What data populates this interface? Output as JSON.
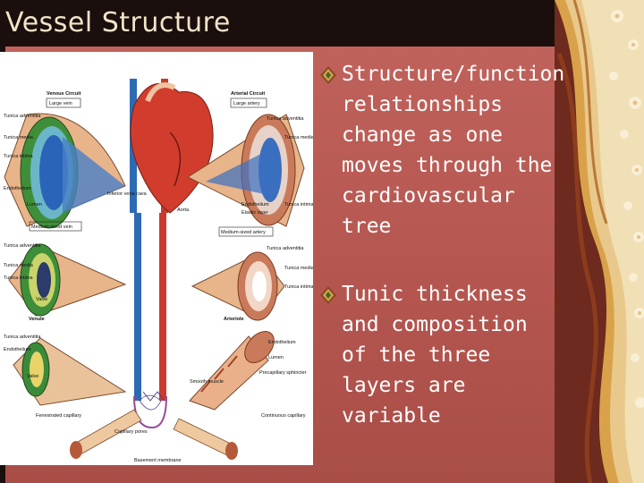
{
  "slide": {
    "title": "Vessel Structure",
    "bullets": [
      "Structure/function relationships change as one moves through the cardiovascular tree",
      "Tunic thickness and composition of the three layers are variable"
    ],
    "bullet_icon": "decorative-diamond-bullet-icon",
    "colors": {
      "background": "#b85a55",
      "title_bar": "#1a0f0c",
      "text": "#ffffff",
      "title": "#f2e3c9"
    }
  },
  "figure": {
    "labels": {
      "venous_circuit": "Venous Circuit",
      "arterial_circuit": "Arterial Circuit",
      "large_vein": "Large vein",
      "large_artery": "Large artery",
      "medium_vein": "Medium-sized vein",
      "medium_artery": "Medium-sized artery",
      "venule": "Venule",
      "arteriole": "Arteriole",
      "tunica_adventitia": "Tunica adventitia",
      "tunica_media": "Tunica media",
      "tunica_intima": "Tunica intima",
      "endothelium": "Endothelium",
      "lumen": "Lumen",
      "valve": "Valve",
      "inferior_vena_cava": "Inferior vena cava",
      "aorta": "Aorta",
      "elastic_layer": "Elastic layer",
      "precapillary_sphincter": "Precapillary sphincter",
      "fenestrated_capillary": "Fenestrated capillary",
      "continuous_capillary": "Continuous capillary",
      "capillary_pores": "Capillary pores",
      "basement_membrane": "Basement membrane",
      "smooth_muscle": "Smooth muscle"
    }
  }
}
